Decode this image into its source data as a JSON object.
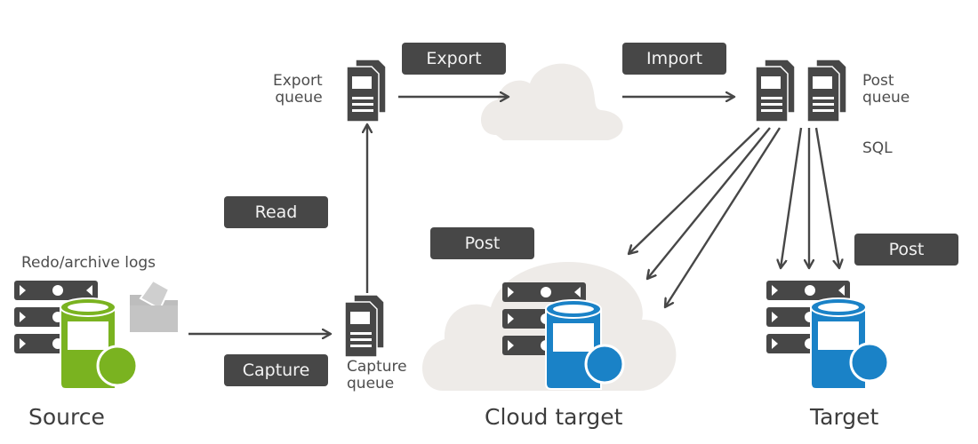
{
  "diagram": {
    "labels": {
      "redo_logs": "Redo/archive logs",
      "source": "Source",
      "capture_queue": [
        "Capture",
        "queue"
      ],
      "export_queue": [
        "Export",
        "queue"
      ],
      "post_queue": [
        "Post",
        "queue"
      ],
      "sql": "SQL",
      "cloud_target": "Cloud target",
      "target": "Target"
    },
    "badges": {
      "capture": "Capture",
      "read": "Read",
      "export": "Export",
      "import": "Import",
      "post_cloud": "Post",
      "post_target": "Post"
    },
    "colors": {
      "dark": "#474747",
      "source_db": "#7ab320",
      "target_db": "#1a82c7",
      "cloud": "#eeebe8",
      "folder": "#bdbdbd"
    }
  }
}
